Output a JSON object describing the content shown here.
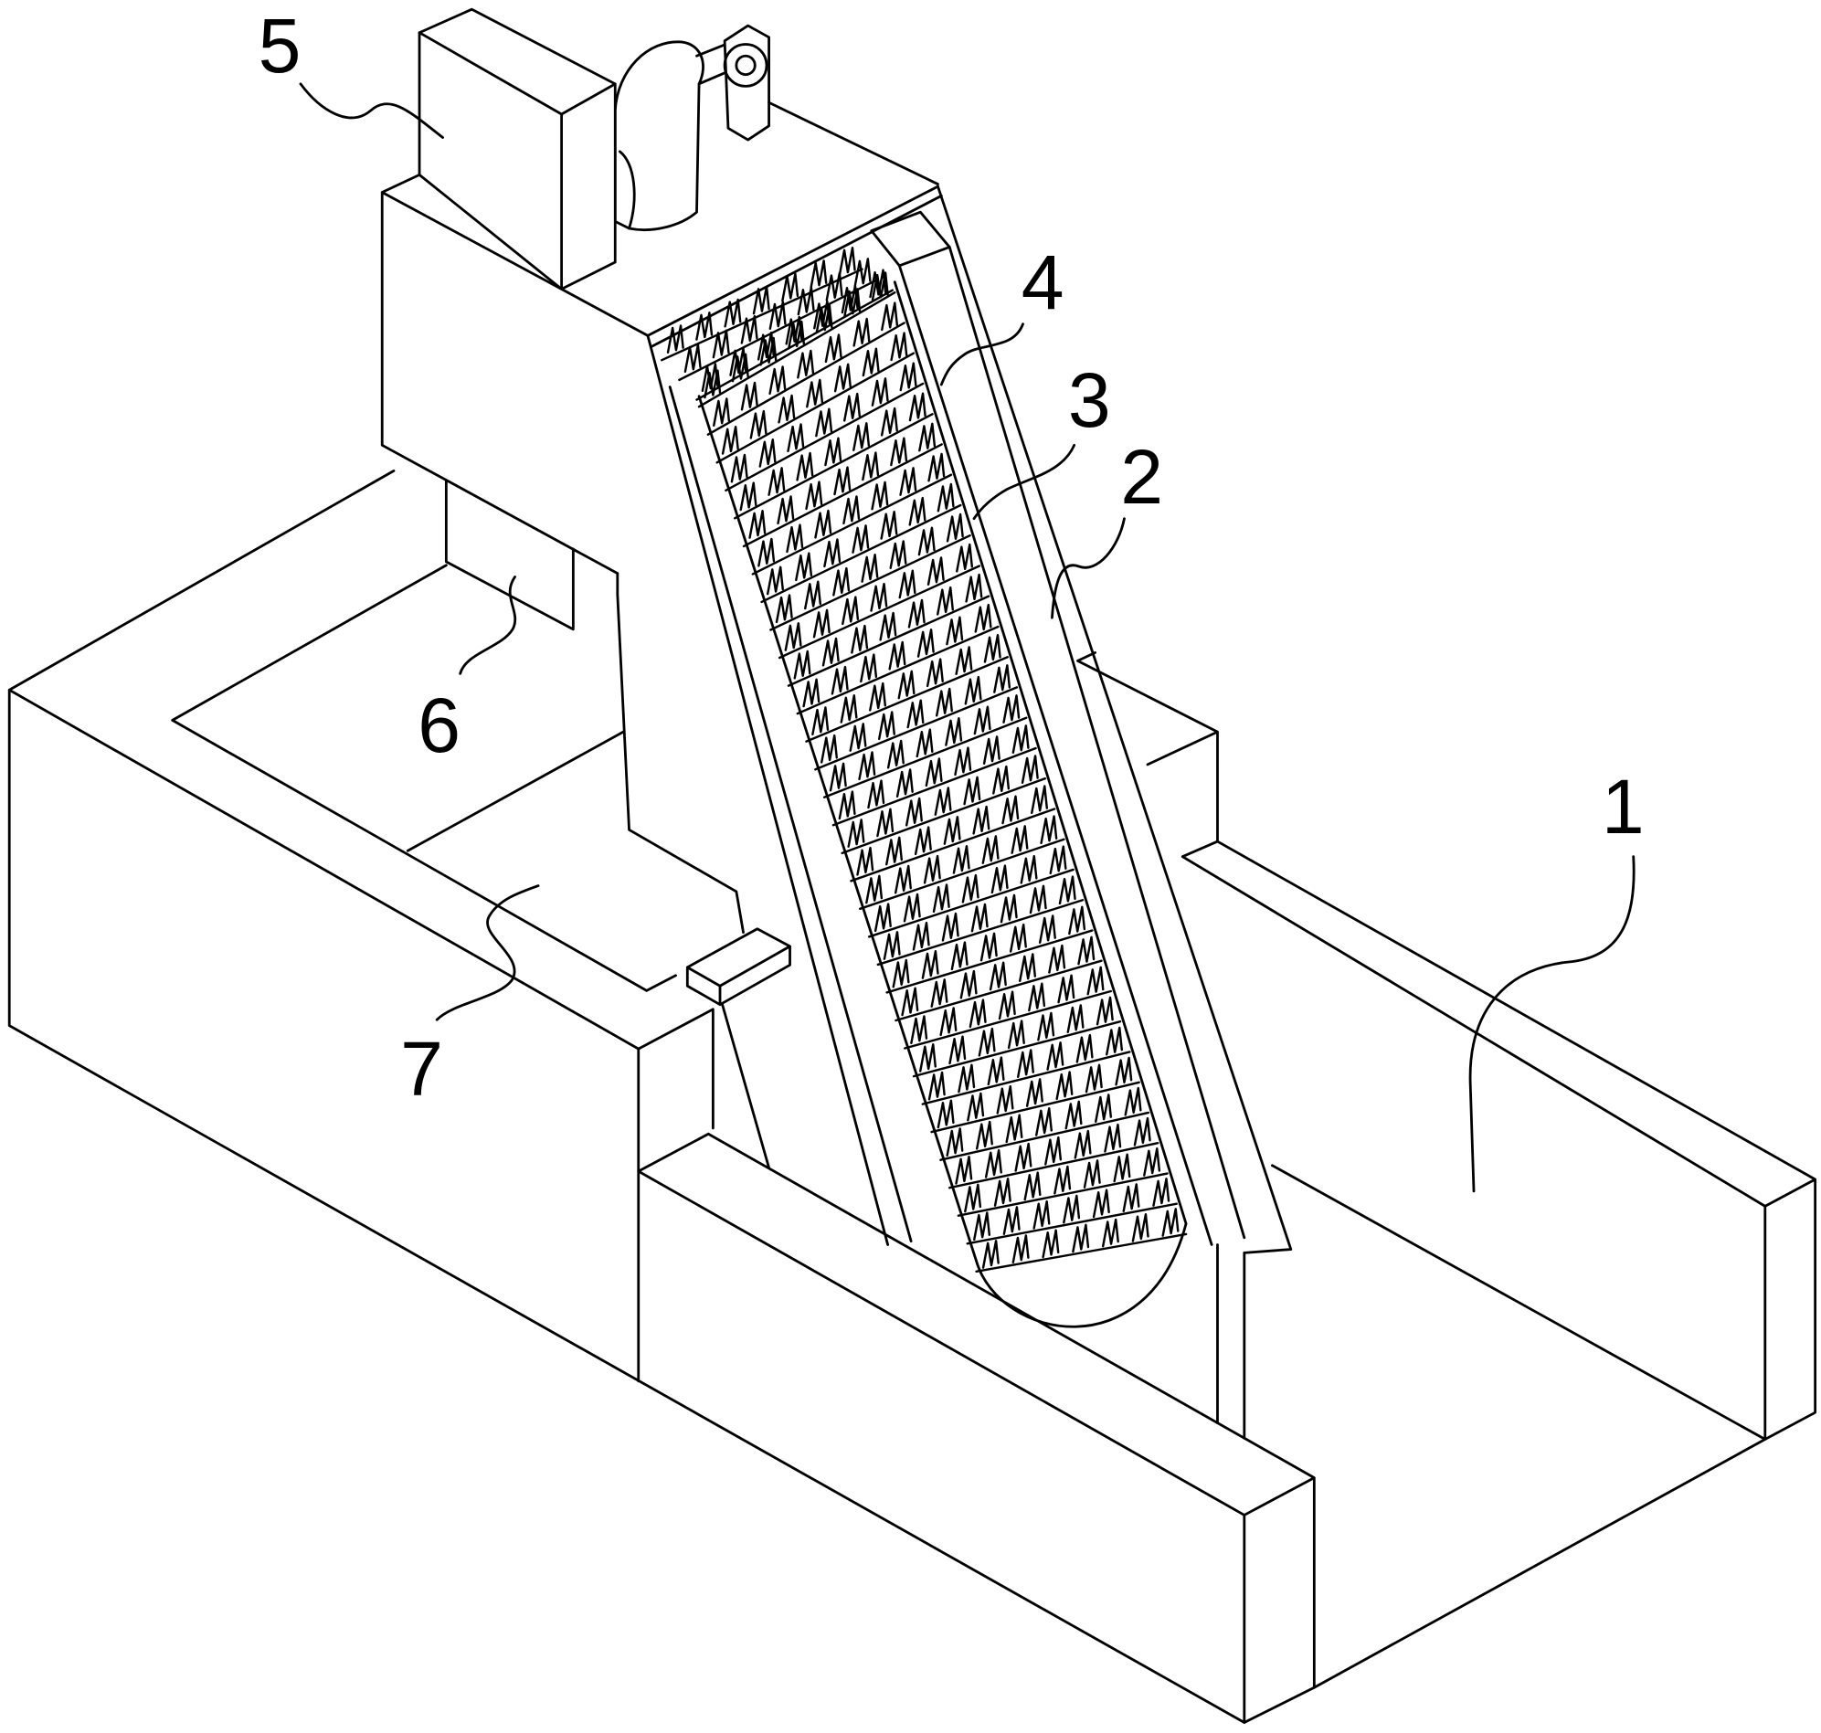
{
  "style": {
    "line_color": "#000000",
    "background": "#ffffff"
  },
  "figure": {
    "callouts": [
      {
        "text": "1"
      },
      {
        "text": "2"
      },
      {
        "text": "3"
      },
      {
        "text": "4"
      },
      {
        "text": "5"
      },
      {
        "text": "6"
      },
      {
        "text": "7"
      }
    ]
  }
}
